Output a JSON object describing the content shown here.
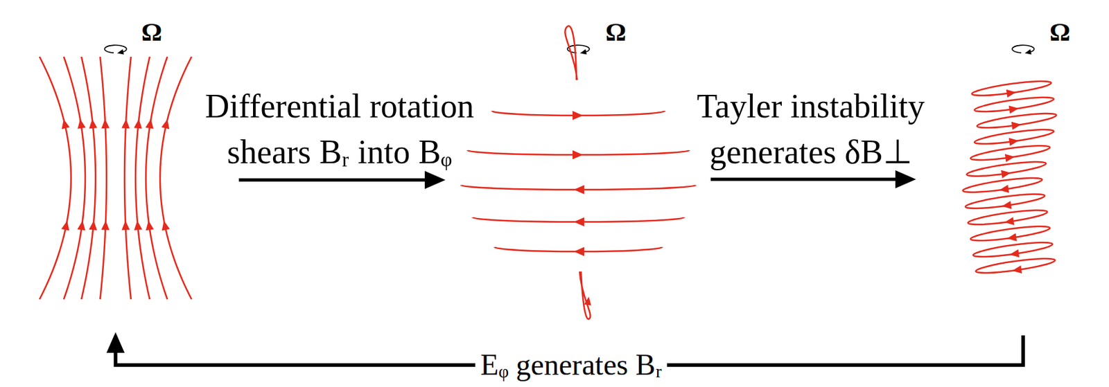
{
  "diagram": {
    "nodes": [
      {
        "text": [
          "Ω"
        ]
      },
      {
        "text": [
          "Ω"
        ]
      },
      {
        "text": [
          "Ω"
        ]
      }
    ],
    "edges": [
      {
        "from": 0,
        "to": 1,
        "arrow": "to",
        "label": "Differential rotation shears Bᵣ into Bᵩ"
      },
      {
        "from": 1,
        "to": 2,
        "arrow": "to",
        "label": "Tayler instability generates δB⊥"
      },
      {
        "from": 2,
        "to": 0,
        "arrow": "to",
        "label": "Eᵩ generates Bᵣ"
      }
    ]
  }
}
